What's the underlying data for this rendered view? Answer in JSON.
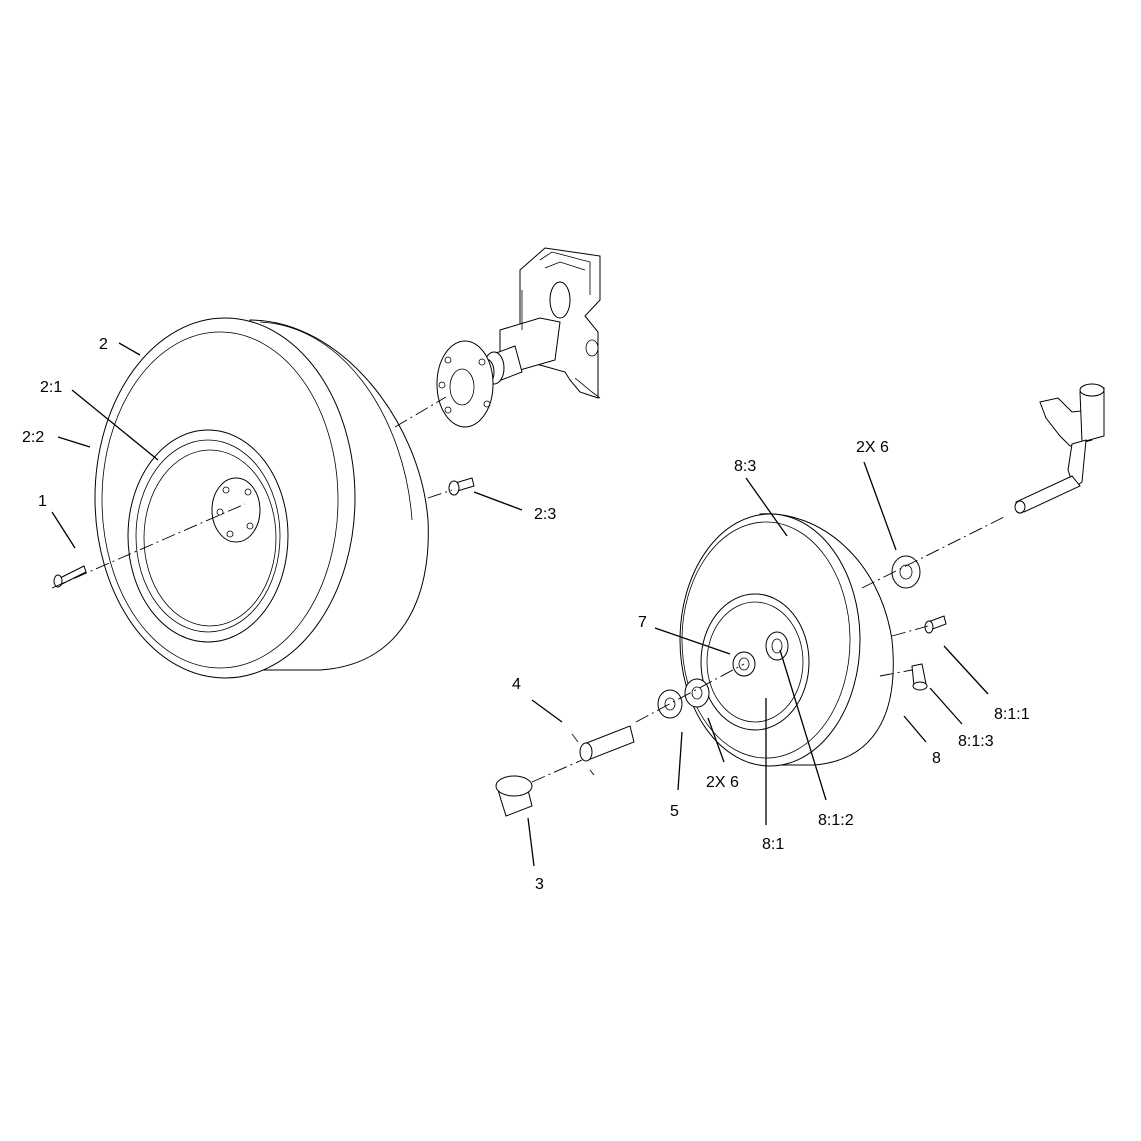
{
  "callouts": {
    "c2": "2",
    "c2_1": "2:1",
    "c2_2": "2:2",
    "c1": "1",
    "c2_3": "2:3",
    "c8_3": "8:3",
    "c2x6_top": "2X 6",
    "c7": "7",
    "c8_1_1": "8:1:1",
    "c4": "4",
    "c8_1_3": "8:1:3",
    "c8": "8",
    "c5": "5",
    "c2x6_bottom": "2X 6",
    "c8_1_2": "8:1:2",
    "c3": "3",
    "c8_1": "8:1"
  }
}
